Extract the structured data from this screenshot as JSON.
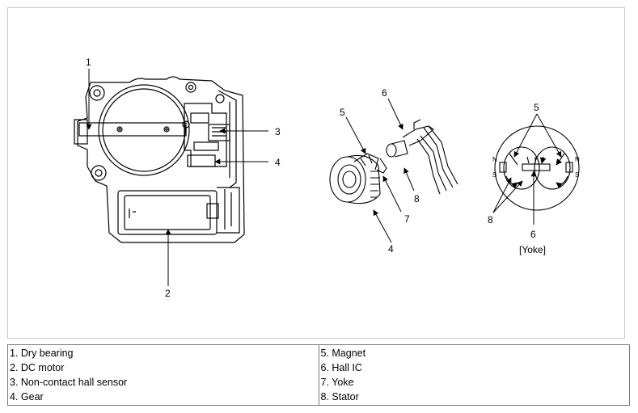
{
  "callouts": {
    "left_1": "1",
    "left_2": "2",
    "left_3": "3",
    "left_4": "4",
    "mid_4": "4",
    "mid_5": "5",
    "mid_6": "6",
    "mid_7": "7",
    "mid_8": "8",
    "right_5": "5",
    "right_6": "6",
    "right_8": "8"
  },
  "yoke_caption": "[Yoke]",
  "pole_labels": {
    "n_left": "N",
    "s_left": "S",
    "n_right": "N",
    "s_right": "S"
  },
  "legend": {
    "left": [
      "1. Dry bearing",
      "2. DC motor",
      "3. Non-contact hall sensor",
      "4. Gear"
    ],
    "right": [
      "5. Magnet",
      "6. Hall IC",
      "7. Yoke",
      "8. Stator"
    ]
  }
}
